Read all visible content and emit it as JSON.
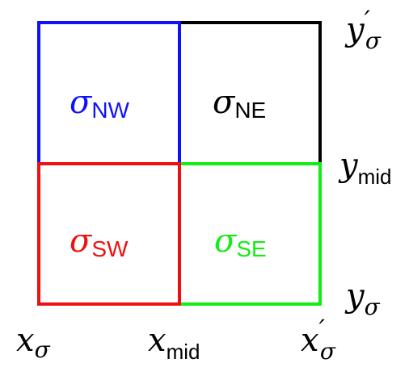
{
  "colors": {
    "nw": "#1010ff",
    "ne": "#000000",
    "sw": "#ee1010",
    "se": "#11ee11",
    "text": "#000000"
  },
  "quadrants": {
    "nw": {
      "symbol": "σ",
      "subscript": "NW"
    },
    "ne": {
      "symbol": "σ",
      "subscript": "NE"
    },
    "sw": {
      "symbol": "σ",
      "subscript": "SW"
    },
    "se": {
      "symbol": "σ",
      "subscript": "SE"
    }
  },
  "axis_labels": {
    "y_top": {
      "base": "y",
      "sub": "σ",
      "prime": "′"
    },
    "y_mid": {
      "base": "y",
      "sub": "mid"
    },
    "y_bot": {
      "base": "y",
      "sub": "σ"
    },
    "x_left": {
      "base": "x",
      "sub": "σ"
    },
    "x_mid": {
      "base": "x",
      "sub": "mid"
    },
    "x_right": {
      "base": "x",
      "sub": "σ",
      "prime": "′"
    }
  }
}
